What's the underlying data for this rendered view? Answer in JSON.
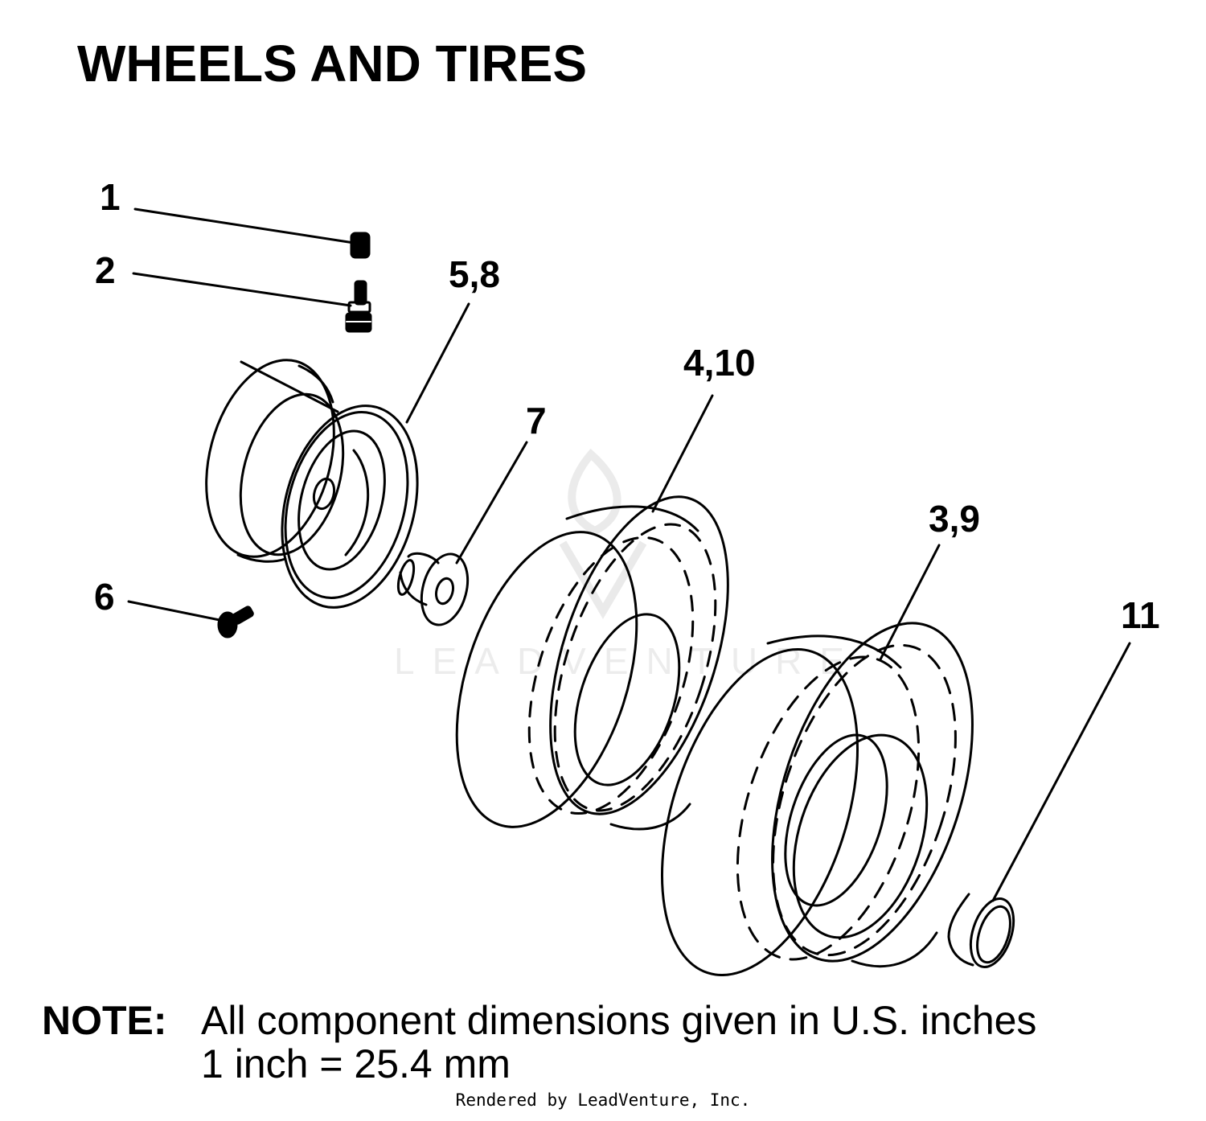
{
  "title": "WHEELS AND TIRES",
  "callouts": {
    "c1": "1",
    "c2": "2",
    "c58": "5,8",
    "c410": "4,10",
    "c7": "7",
    "c39": "3,9",
    "c6": "6",
    "c11": "11"
  },
  "note": {
    "label": "NOTE:",
    "line1": "All component dimensions given in U.S. inches",
    "line2": "1 inch = 25.4 mm"
  },
  "footer": "Rendered by LeadVenture, Inc.",
  "watermark": "LEADVENTURE",
  "colors": {
    "ink": "#000000",
    "paper": "#ffffff"
  }
}
